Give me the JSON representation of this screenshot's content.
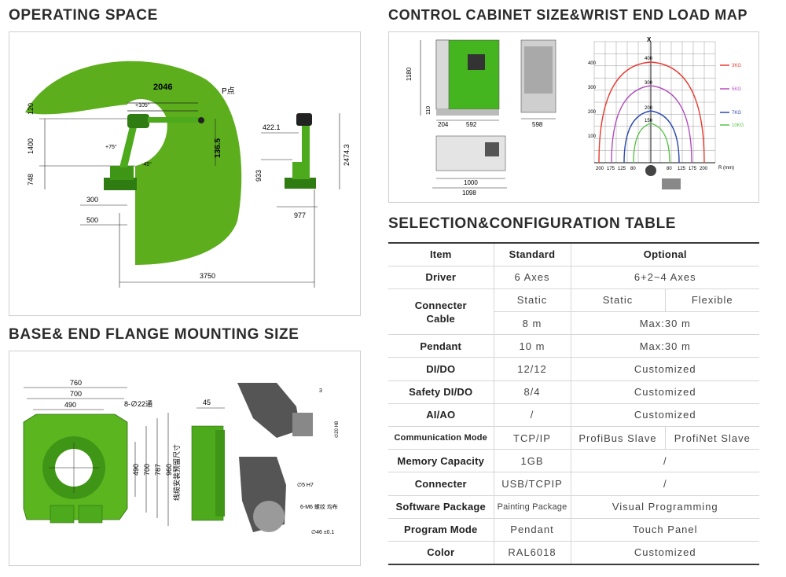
{
  "titles": {
    "operating_space": "OPERATING SPACE",
    "cabinet": "CONTROL CABINET SIZE&WRIST END LOAD MAP",
    "base": "BASE& END FLANGE MOUNTING SIZE",
    "selection": "SELECTION&CONFIGURATION TABLE"
  },
  "operating_space": {
    "dim_top": "2046",
    "point_label": "P点",
    "angle_top": "+105°",
    "angle_mid": "+75°",
    "angle_low": "-45°",
    "dim_120": "120",
    "dim_1400": "1400",
    "dim_748": "748",
    "dim_136": "136.5",
    "dim_300": "300",
    "dim_500": "500",
    "dim_3750": "3750",
    "dim_422": "422.1",
    "dim_2474": "2474.3",
    "dim_933": "933",
    "dim_977": "977"
  },
  "cabinet": {
    "dim_1180": "1180",
    "dim_110": "110",
    "dim_204": "204",
    "dim_592": "592",
    "dim_598": "598",
    "dim_1000": "1000",
    "dim_1098": "1098"
  },
  "load_map": {
    "axis_x": "X",
    "axis_r": "R (mm)",
    "y_ticks": [
      "400",
      "300",
      "200",
      "100"
    ],
    "arc_labels": [
      "400",
      "300",
      "200",
      "150"
    ],
    "x_ticks": [
      "200",
      "175",
      "125",
      "80",
      "80",
      "125",
      "175",
      "200"
    ],
    "legend": [
      {
        "label": "3KG",
        "color": "#e83a30"
      },
      {
        "label": "5KG",
        "color": "#b24fbf"
      },
      {
        "label": "7KG",
        "color": "#2a48b0"
      },
      {
        "label": "10KG",
        "color": "#5ac24a"
      }
    ]
  },
  "base": {
    "dim_760": "760",
    "dim_700": "700",
    "dim_490": "490",
    "holes": "8-∅22通",
    "dim_45": "45",
    "v_490": "490",
    "v_700": "700",
    "v_787": "787",
    "v_960": "960",
    "cable_note": "线缆安装预留尺寸",
    "dim_3": "3",
    "flange_d": "∅20 H8",
    "flange_5": "∅5 H7",
    "flange_m": "6-M6 螺纹 均布",
    "flange_46": "∅46 ±0.1"
  },
  "colors": {
    "robot_green": "#4caa1c",
    "dark_green": "#2f7d12",
    "cabinet_green": "#45b51f"
  },
  "table": {
    "header": {
      "item": "Item",
      "standard": "Standard",
      "optional": "Optional"
    },
    "driver": {
      "item": "Driver",
      "standard": "6 Axes",
      "optional": "6+2~4 Axes"
    },
    "cable": {
      "item": "Connecter\nCable",
      "row1_std": "Static",
      "row1_opt_a": "Static",
      "row1_opt_b": "Flexible",
      "row2_std": "8 m",
      "row2_opt": "Max:30 m"
    },
    "pendant": {
      "item": "Pendant",
      "standard": "10 m",
      "optional": "Max:30 m"
    },
    "dido": {
      "item": "DI/DO",
      "standard": "12/12",
      "optional": "Customized"
    },
    "safety": {
      "item": "Safety DI/DO",
      "standard": "8/4",
      "optional": "Customized"
    },
    "aiao": {
      "item": "AI/AO",
      "standard": "/",
      "optional": "Customized"
    },
    "comm": {
      "item": "Communication Mode",
      "standard": "TCP/IP",
      "opt_a": "ProfiBus Slave",
      "opt_b": "ProfiNet Slave"
    },
    "memory": {
      "item": "Memory Capacity",
      "standard": "1GB",
      "optional": "/"
    },
    "connecter": {
      "item": "Connecter",
      "standard": "USB/TCPIP",
      "optional": "/"
    },
    "software": {
      "item": "Software Package",
      "standard": "Painting Package",
      "optional": "Visual Programming"
    },
    "program": {
      "item": "Program Mode",
      "standard": "Pendant",
      "optional": "Touch Panel"
    },
    "color": {
      "item": "Color",
      "standard": "RAL6018",
      "optional": "Customized"
    }
  }
}
